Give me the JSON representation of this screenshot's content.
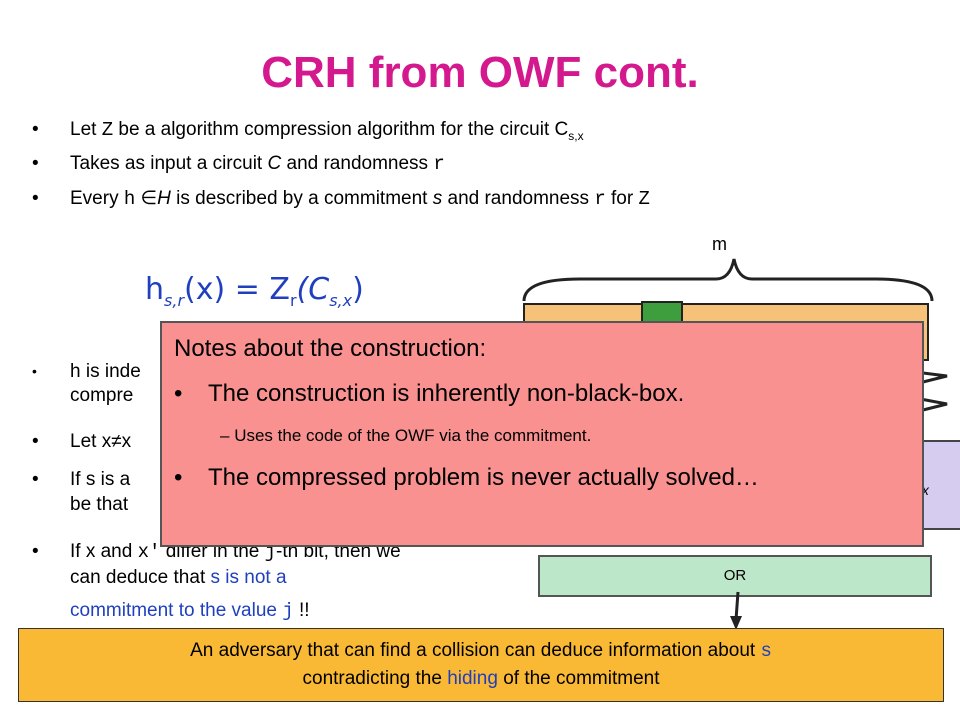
{
  "title": "CRH from OWF cont.",
  "bullets_top": [
    {
      "pre": "Let ",
      "z": "Z",
      "mid": " be a algorithm compression algorithm for the circuit C",
      "sub": "s,x"
    },
    {
      "pre": "Takes as input a circuit ",
      "c": "C",
      "mid": " and randomness ",
      "r": "r"
    },
    {
      "pre": "Every ",
      "h": "h",
      "elem": " ∈",
      "H": "H",
      "mid": " is described by a commitment ",
      "s": "s",
      "mid2": " and randomness ",
      "r": "r",
      "post": " for ",
      "z": "Z"
    }
  ],
  "formula": {
    "h": "h",
    "hsub": "s,r",
    "mid": "(x) = Z",
    "zsub": "r",
    "c": "(C",
    "csub": "s,x",
    "end": ")"
  },
  "m_label": "m",
  "or_label": "OR",
  "lav_text": ",x",
  "partial": {
    "h_line1": "h is inde",
    "h_line2": "compre",
    "let_line": "Let x≠x",
    "if_line1": "If s is a",
    "if_line2": "be that",
    "last_line1_a": "If x and ",
    "last_line1_b": "x'",
    "last_line1_c": " differ in the ",
    "last_line1_d": "j",
    "last_line1_e": "-th bit, then we",
    "last_line2_a": "can deduce that ",
    "last_line2_b": "s is not a",
    "last_line3_a": "commitment to the value ",
    "last_line3_b": "j",
    "last_line3_c": " !!"
  },
  "note": {
    "title": "Notes about the construction:",
    "bullet1": "The construction is inherently non-black-box.",
    "sub1_dash": "–",
    "sub1": "Uses the code of the OWF via the commitment.",
    "bullet2": "The compressed problem is never actually solved…"
  },
  "bottom": {
    "line1_a": "An adversary that can find a collision can deduce information about ",
    "line1_b": "s",
    "line2_a": "contradicting the ",
    "line2_b": "hiding",
    "line2_c": " of the commitment"
  },
  "bullet_char": "•",
  "colors": {
    "title": "#d4198f",
    "blue": "#1f3fbf",
    "note_bg": "#fa9191",
    "bottom_bg": "#f9b935",
    "tan": "#f6c27a",
    "green": "#3e9e3e",
    "or_bg": "#bde7c9"
  }
}
